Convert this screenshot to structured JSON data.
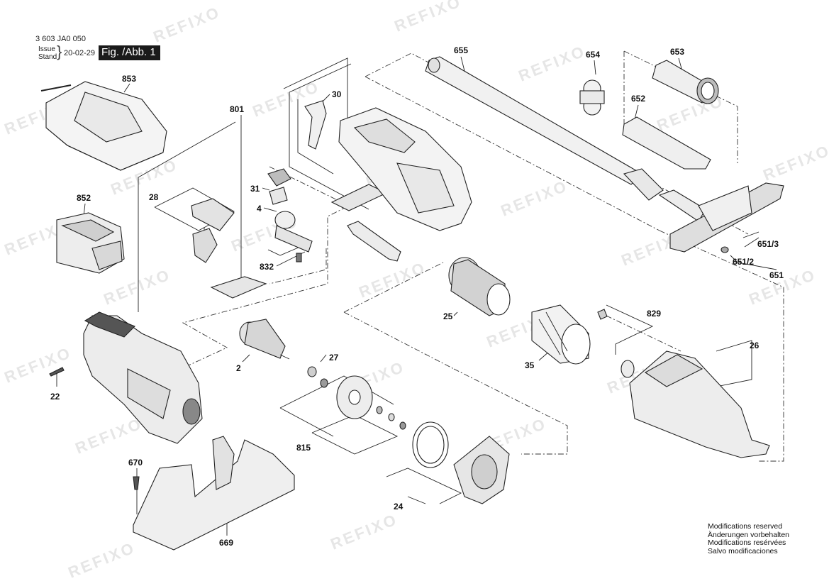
{
  "header": {
    "doc_number": "3 603 JA0 050",
    "issue_label_1": "Issue",
    "issue_label_2": "Stand",
    "issue_date": "20-02-29",
    "figure": "Fig. /Abb. 1"
  },
  "watermark": "REFIXO",
  "callouts": {
    "c853": "853",
    "c852": "852",
    "c801": "801",
    "c30": "30",
    "c655": "655",
    "c654": "654",
    "c653": "653",
    "c652": "652",
    "c28": "28",
    "c31": "31",
    "c4": "4",
    "c832": "832",
    "c651_3": "651/3",
    "c651_2": "651/2",
    "c651": "651",
    "c25": "25",
    "c829": "829",
    "c26": "26",
    "c35": "35",
    "c27": "27",
    "c2": "2",
    "c22": "22",
    "c815": "815",
    "c670": "670",
    "c24": "24",
    "c669": "669"
  },
  "footer": {
    "line1": "Modifications reserved",
    "line2": "Änderungen vorbehalten",
    "line3": "Modifications resérvées",
    "line4": "Salvo modificaciones"
  }
}
